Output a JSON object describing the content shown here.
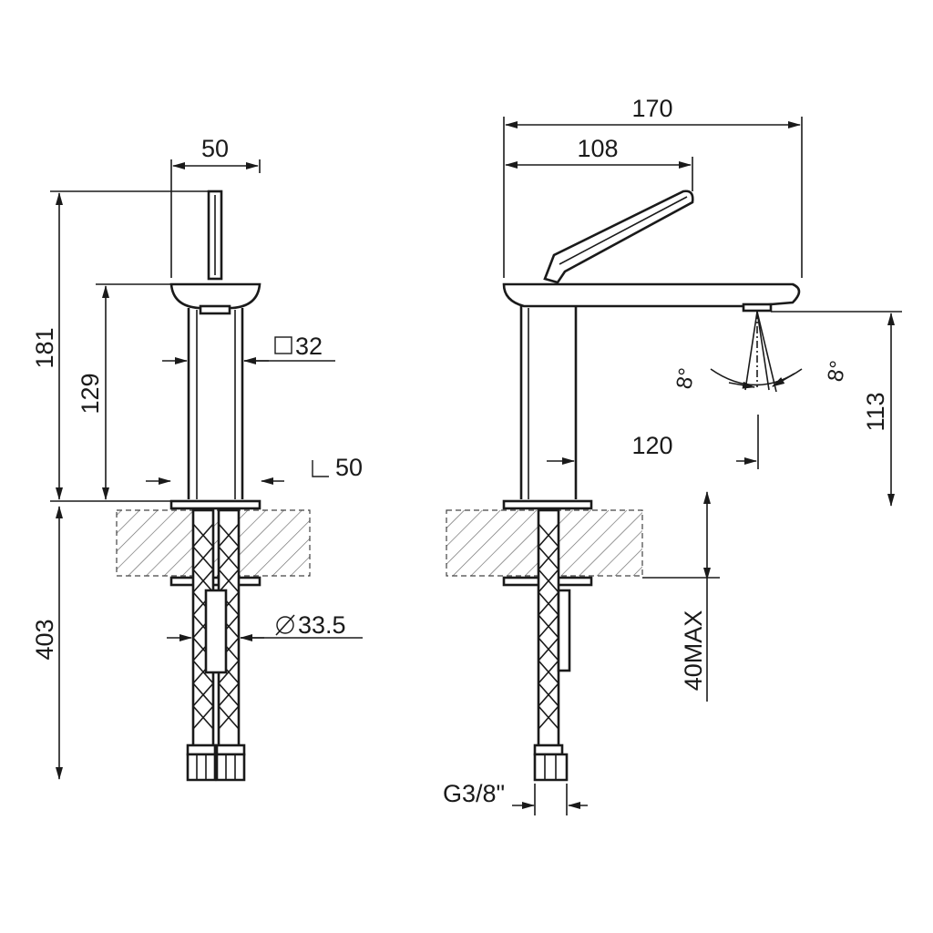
{
  "dimensions": {
    "front_width": "50",
    "total_height": "181",
    "body_height": "129",
    "square_32": "32",
    "square_50": "50",
    "pipe_diameter": "33.5",
    "hose_length": "403",
    "total_length": "170",
    "lever_length": "108",
    "spout_height": "113",
    "spout_reach": "120",
    "max_thickness": "40MAX",
    "thread": "G3/8\"",
    "angle_left": "8°",
    "angle_right": "8°"
  }
}
